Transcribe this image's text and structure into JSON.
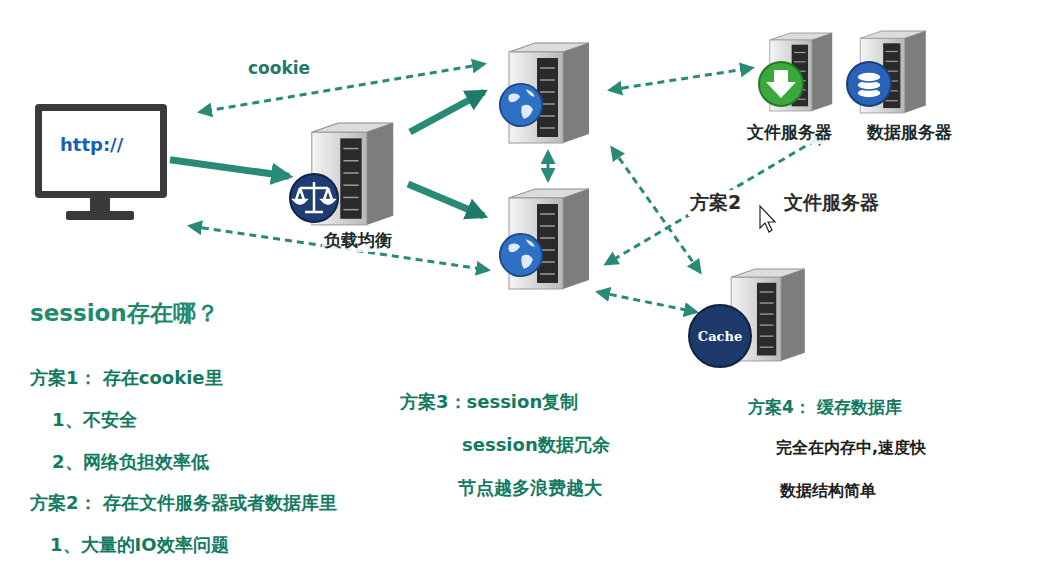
{
  "diagram": {
    "nodes": [
      {
        "text": [
          "http://"
        ]
      },
      {
        "text": [
          "负载均衡"
        ]
      },
      {
        "text": [
          "文件服务器"
        ]
      },
      {
        "text": [
          "数据服务器"
        ]
      },
      {
        "text": [
          "Cache"
        ]
      }
    ],
    "edges": [
      {
        "from": 0,
        "to": 1,
        "arrow": "to"
      }
    ],
    "labels": [
      "cookie",
      "方案2",
      "文件服务器",
      "session存在哪？",
      "方案1： 存在cookie里",
      "1、不安全",
      "2、网络负担效率低",
      "方案2： 存在文件服务器或者数据库里",
      "1、大量的IO效率问题",
      "方案3：session复制",
      "session数据冗余",
      "节点越多浪费越大",
      "方案4： 缓存数据库",
      "完全在内存中,速度快",
      "数据结构简单"
    ]
  }
}
